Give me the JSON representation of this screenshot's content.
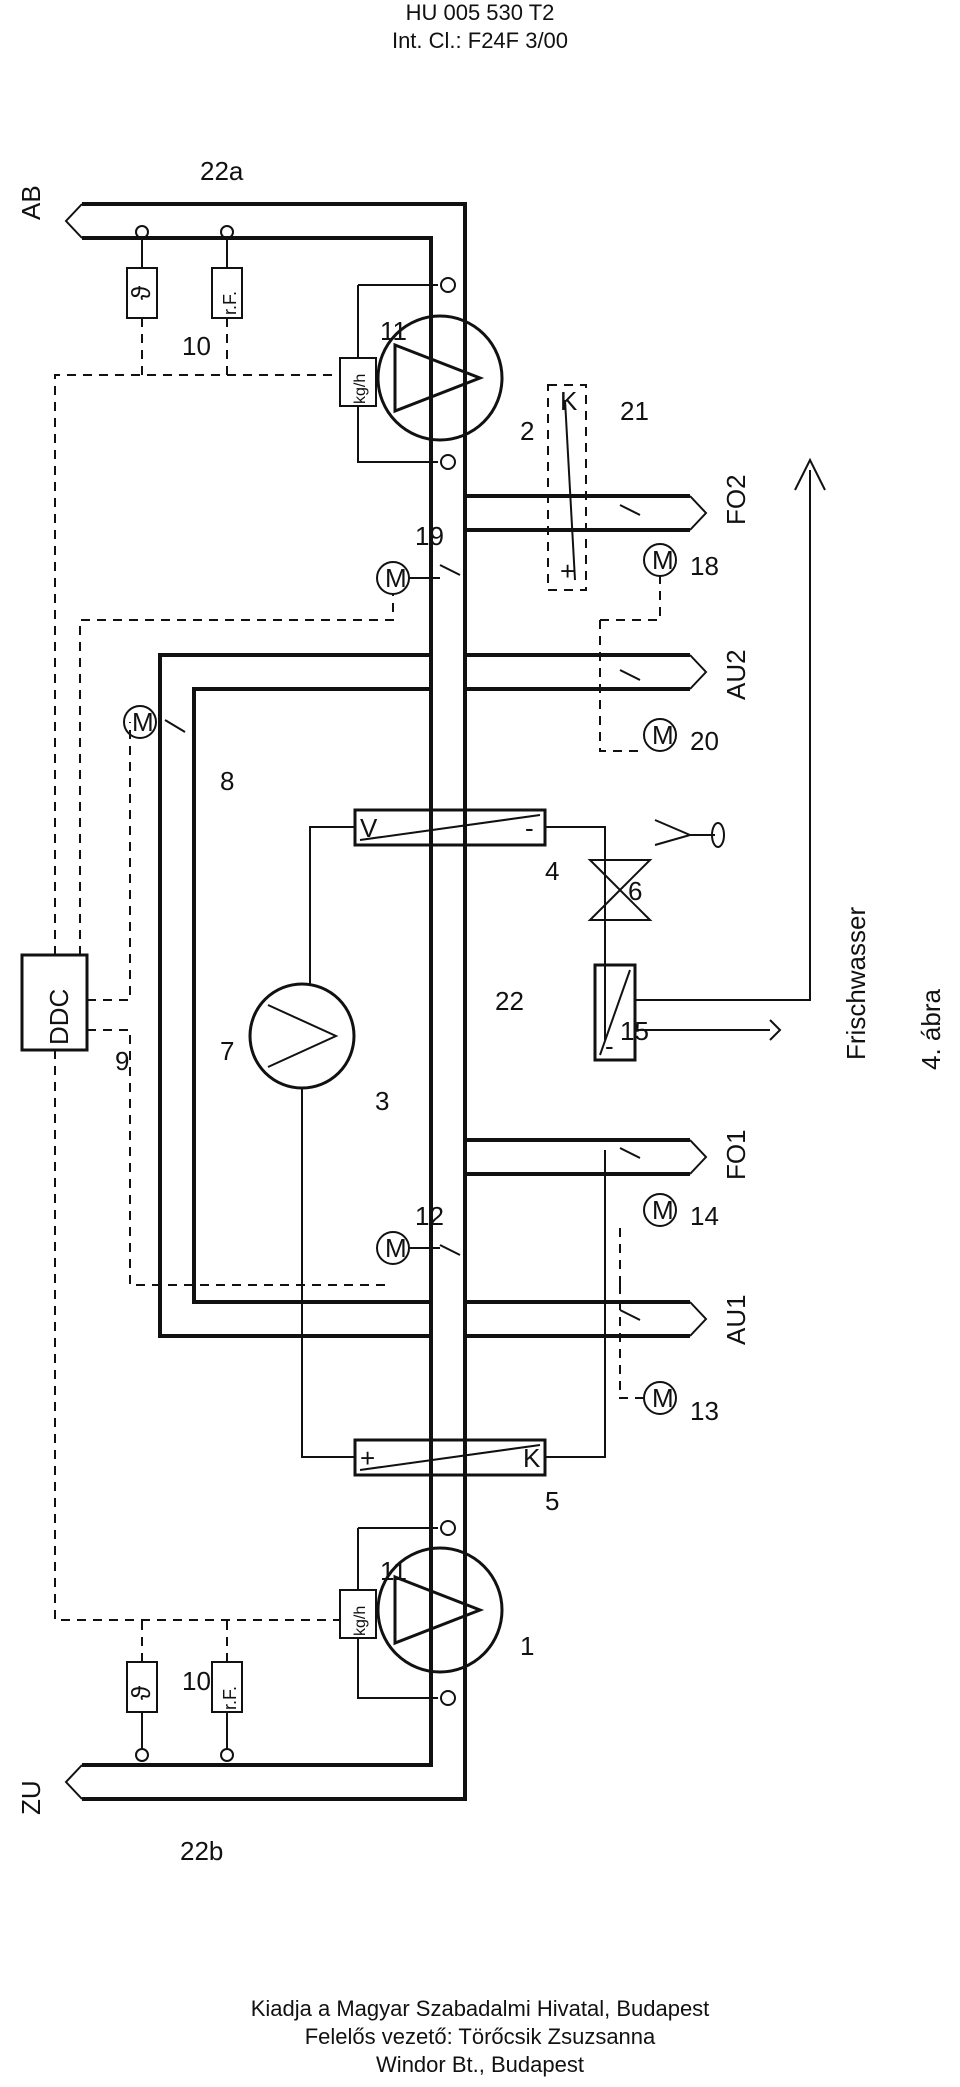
{
  "header": {
    "doc_number": "HU 005 530 T2",
    "int_cl": "Int. Cl.: F24F 3/00"
  },
  "figure": {
    "caption": "4. ábra",
    "ports": {
      "zu": "ZU",
      "ab": "AB",
      "au1": "AU1",
      "au2": "AU2",
      "fo1": "FO1",
      "fo2": "FO2",
      "frischwasser": "Frischwasser"
    },
    "controller": {
      "label": "DDC"
    },
    "sensor_symbols": {
      "temperature": "ϑ",
      "humidity": "r.F.",
      "flow": "kg/h"
    },
    "signs": {
      "plus": "+",
      "minus": "-",
      "k": "K",
      "v": "V"
    },
    "motor_symbol": "M",
    "numbers": {
      "n1": "1",
      "n2": "2",
      "n3": "3",
      "n4": "4",
      "n5": "5",
      "n6": "6",
      "n7": "7",
      "n8": "8",
      "n9": "9",
      "n10a": "10",
      "n10b": "10",
      "n11a": "11",
      "n11b": "11",
      "n12": "12",
      "n13": "13",
      "n14": "14",
      "n15": "15",
      "n18": "18",
      "n19": "19",
      "n20": "20",
      "n21": "21",
      "n22": "22",
      "n22a": "22a",
      "n22b": "22b"
    }
  },
  "footer": {
    "line1": "Kiadja a Magyar Szabadalmi Hivatal, Budapest",
    "line2": "Felelős vezető: Törőcsik Zsuzsanna",
    "line3": "Windor Bt., Budapest"
  }
}
